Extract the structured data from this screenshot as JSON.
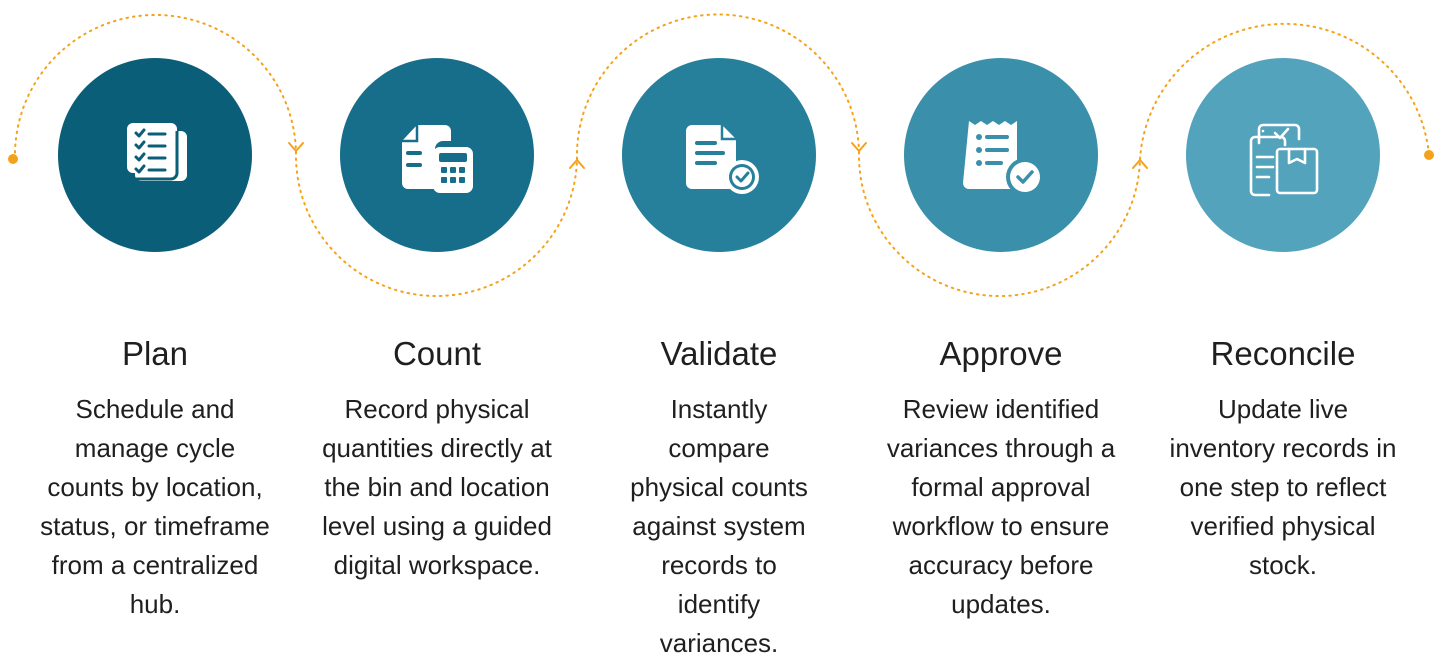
{
  "colors": {
    "connector": "#F5A21B",
    "step_circles": [
      "#0B5E78",
      "#176E8B",
      "#267F9B",
      "#3A90AB",
      "#54A3BC"
    ],
    "icon_fill": "#ffffff",
    "text": "#1f1f1f"
  },
  "steps": [
    {
      "icon": "checklist-icon",
      "title": "Plan",
      "description": "Schedule and manage cycle counts by location, status, or timeframe from a centralized hub."
    },
    {
      "icon": "document-calculator-icon",
      "title": "Count",
      "description": "Record physical quantities directly at the bin and location level using a guided digital workspace."
    },
    {
      "icon": "document-check-icon",
      "title": "Validate",
      "description": "Instantly compare physical counts against system records to identify variances."
    },
    {
      "icon": "receipt-check-icon",
      "title": "Approve",
      "description": "Review identified variances through a formal approval workflow to ensure accuracy before updates."
    },
    {
      "icon": "inventory-box-icon",
      "title": "Reconcile",
      "description": "Update live inventory records in one step to reflect verified physical stock."
    }
  ]
}
